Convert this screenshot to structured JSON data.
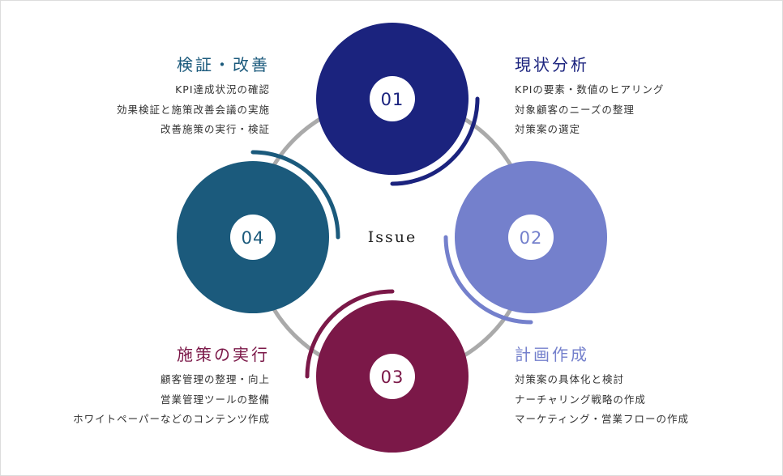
{
  "center_label": "Issue",
  "colors": {
    "step1": "#1b237e",
    "step2": "#7480cc",
    "step3": "#7b1848",
    "step4": "#1b5a7c",
    "ring": "#aaaaaa"
  },
  "steps": [
    {
      "number": "01",
      "title": "現状分析",
      "items": [
        "KPIの要素・数値のヒアリング",
        "対象顧客のニーズの整理",
        "対策案の選定"
      ]
    },
    {
      "number": "02",
      "title": "計画作成",
      "items": [
        "対策案の具体化と検討",
        "ナーチャリング戦略の作成",
        "マーケティング・営業フローの作成"
      ]
    },
    {
      "number": "03",
      "title": "施策の実行",
      "items": [
        "顧客管理の整理・向上",
        "営業管理ツールの整備",
        "ホワイトペーパーなどのコンテンツ作成"
      ]
    },
    {
      "number": "04",
      "title": "検証・改善",
      "items": [
        "KPI達成状況の確認",
        "効果検証と施策改善会議の実施",
        "改善施策の実行・検証"
      ]
    }
  ]
}
